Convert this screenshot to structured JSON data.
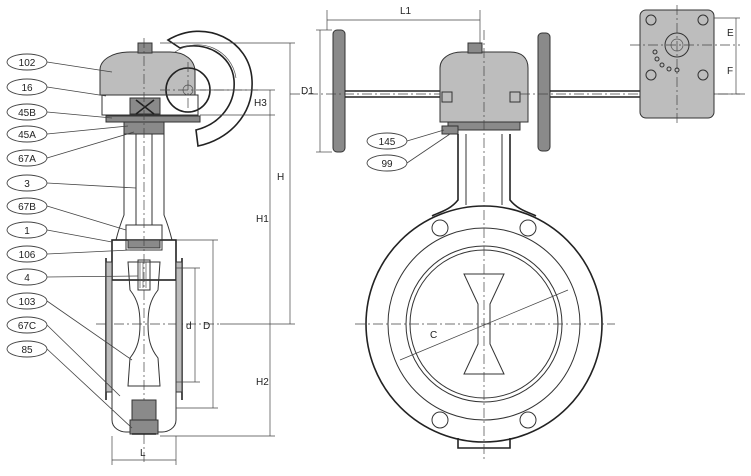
{
  "part_labels": [
    "102",
    "16",
    "45B",
    "45A",
    "67A",
    "3",
    "67B",
    "1",
    "106",
    "4",
    "103",
    "67C",
    "85",
    "145",
    "99"
  ],
  "dimensions": {
    "H3": "H3",
    "H": "H",
    "H1": "H1",
    "H2": "H2",
    "L": "L",
    "L1": "L1",
    "D1": "D1",
    "d": "d",
    "D": "D",
    "C": "C",
    "E": "E",
    "F": "F"
  }
}
